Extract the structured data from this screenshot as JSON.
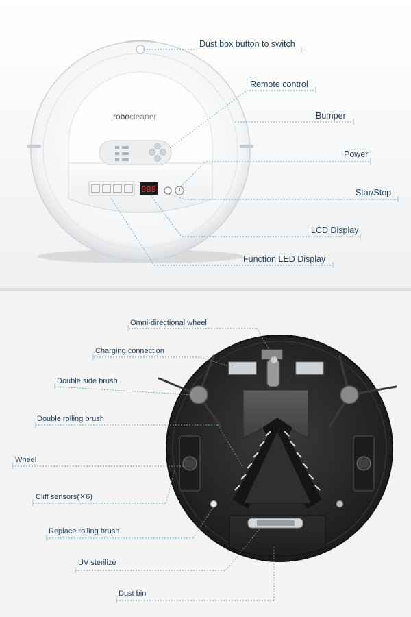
{
  "top_panel": {
    "product_logo": {
      "part1": "robo",
      "part2": "cleaner"
    },
    "led_readout": "888",
    "labels": {
      "dust_box_button": "Dust box button to switch",
      "remote_control": "Remote control",
      "bumper": "Bumper",
      "power": "Power",
      "start_stop": "Star/Stop",
      "lcd_display": "LCD Display",
      "function_led": "Function LED Display"
    }
  },
  "bottom_panel": {
    "labels": {
      "omni_wheel": "Omni-directional wheel",
      "charging": "Charging connection",
      "side_brush": "Double side brush",
      "rolling_brush": "Double rolling brush",
      "wheel": "Wheel",
      "cliff_sensors": "Cliff sensors(✕6)",
      "replace_brush": "Replace rolling brush",
      "uv": "UV sterilize",
      "dust_bin": "Dust bin"
    }
  },
  "colors": {
    "label_text": "#1f3c5a",
    "leader_line": "#6fa3c3",
    "robot_top_body": "#ffffff",
    "robot_bottom_body": "#2a2a2a"
  }
}
